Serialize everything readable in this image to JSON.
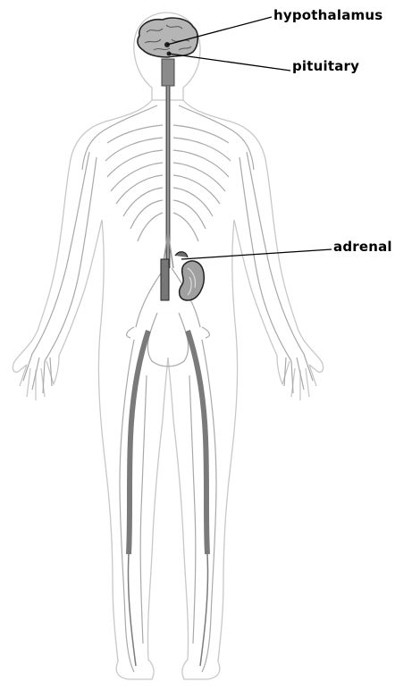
{
  "labels": {
    "hypothalamus": "hypothalamus",
    "pituitary": "pituitary",
    "adrenal": "adrenal"
  },
  "colors": {
    "outline": "#c8c8c8",
    "nerve": "#a9a9a9",
    "nerve_dark": "#7a7a7a",
    "organ": "#6e6e6e",
    "leader_line": "#000000"
  },
  "icons": {
    "brain": "brain-icon",
    "kidney": "kidney-icon"
  }
}
